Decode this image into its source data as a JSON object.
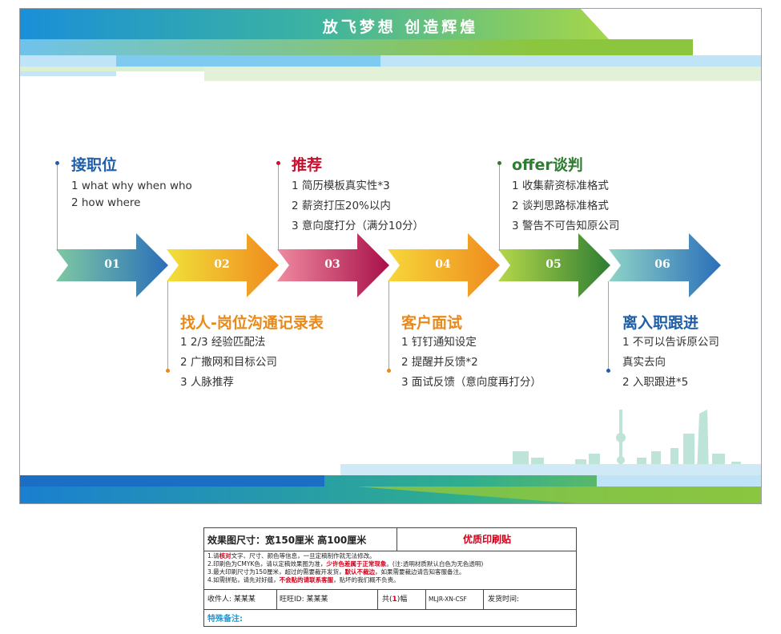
{
  "poster": {
    "slogan": "放飞梦想    创造辉煌",
    "colors": {
      "blue": "#1f8fd4",
      "green": "#8cc63f",
      "red": "#c8102e",
      "orange": "#e8891a",
      "darkgreen": "#2e7d32"
    },
    "steps": [
      {
        "num": "01",
        "title": "接职位",
        "title_color": "#1f5fa8",
        "lines": [
          "1 what why when who",
          "2 how where"
        ]
      },
      {
        "num": "02",
        "title": "找人-岗位沟通记录表",
        "title_color": "#e8891a",
        "lines": [
          "1 2/3 经验匹配法",
          "2 广撒网和目标公司",
          "3 人脉推荐"
        ]
      },
      {
        "num": "03",
        "title": "推荐",
        "title_color": "#c8102e",
        "lines": [
          "1 简历模板真实性*3",
          "2 薪资打压20%以内",
          "3 意向度打分（满分10分）"
        ]
      },
      {
        "num": "04",
        "title": "客户面试",
        "title_color": "#e8891a",
        "lines": [
          "1 钉钉通知设定",
          "2 提醒并反馈*2",
          "3 面试反馈（意向度再打分）"
        ]
      },
      {
        "num": "05",
        "title": "offer谈判",
        "title_color": "#2e7d32",
        "lines": [
          "1 收集薪资标准格式",
          "2 谈判思路标准格式",
          "3 警告不可告知原公司"
        ]
      },
      {
        "num": "06",
        "title": "离入职跟进",
        "title_color": "#1f5fa8",
        "lines": [
          "1 不可以告诉原公司",
          "真实去向",
          "2 入职跟进*5"
        ]
      }
    ]
  },
  "label": {
    "size": "效果图尺寸：宽150厘米  高100厘米",
    "quality": "优质印刷贴",
    "note1_a": "1.请",
    "note1_red": "核对",
    "note1_b": "文字、尺寸、颜色等信息，一旦定稿制作就无法修改。",
    "note2_a": "2.印刷色为CMYK色，请以定稿效果图为准，",
    "note2_red": "少许色差属于正常现象",
    "note2_b": "。(注:透明材质默认白色为无色透明)",
    "note3_a": "3.最大印刷尺寸为150厘米，超过的需要裁开发货，",
    "note3_red": "默认不裁边",
    "note3_b": "，如果需要裁边请告知客服备注。",
    "note4_a": "4.如需拼贴，请先对好缝，",
    "note4_red": "不会贴的请联系客服",
    "note4_b": "，贴坏的我们概不负责。",
    "receiver": "收件人: 某某某",
    "wangwang": "旺旺ID:  某某某",
    "count_a": "共(",
    "count": "1",
    "count_b": ")幅",
    "code": "MLJR-XN-CSF",
    "ship_time": "发货时间:",
    "special": "特殊备注:"
  }
}
